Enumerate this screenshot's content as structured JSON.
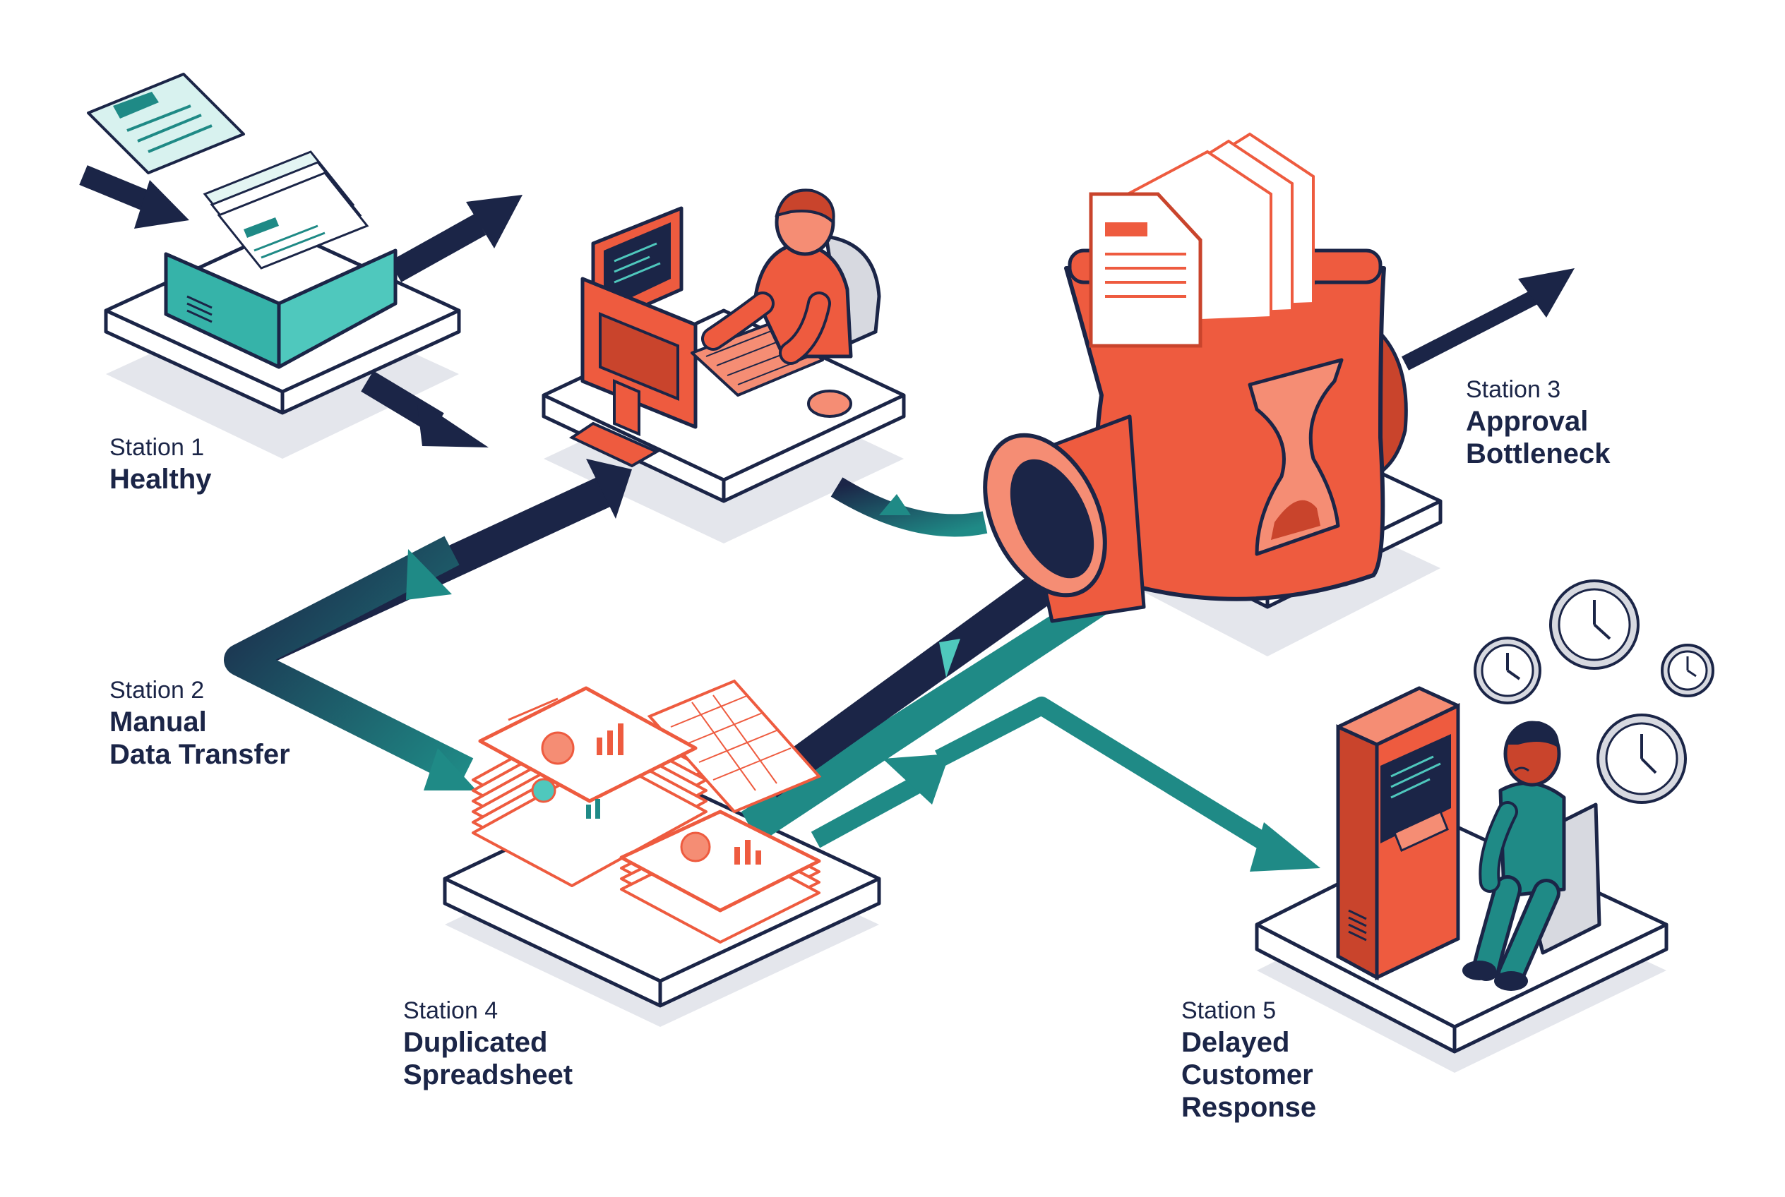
{
  "colors": {
    "navy": "#1b2547",
    "teal": "#1f8a86",
    "teal_light": "#4fc8bd",
    "coral": "#ee5b3f",
    "coral_dark": "#c9442c",
    "coral_light": "#f58d74",
    "platform": "#ffffff",
    "shadow": "#e4e6ec"
  },
  "stations": [
    {
      "id": "station1",
      "number_label": "Station 1",
      "title": "Healthy",
      "icon": "inbox-tray-icon"
    },
    {
      "id": "station2",
      "number_label": "Station 2",
      "title": "Manual\nData Transfer",
      "icon": "computer-workstation-icon"
    },
    {
      "id": "station3",
      "number_label": "Station 3",
      "title": "Approval\nBottleneck",
      "icon": "hourglass-funnel-icon"
    },
    {
      "id": "station4",
      "number_label": "Station 4",
      "title": "Duplicated\nSpreadsheet",
      "icon": "spreadsheet-stack-icon"
    },
    {
      "id": "station5",
      "number_label": "Station 5",
      "title": "Delayed\nCustomer\nResponse",
      "icon": "kiosk-waiting-icon"
    }
  ]
}
